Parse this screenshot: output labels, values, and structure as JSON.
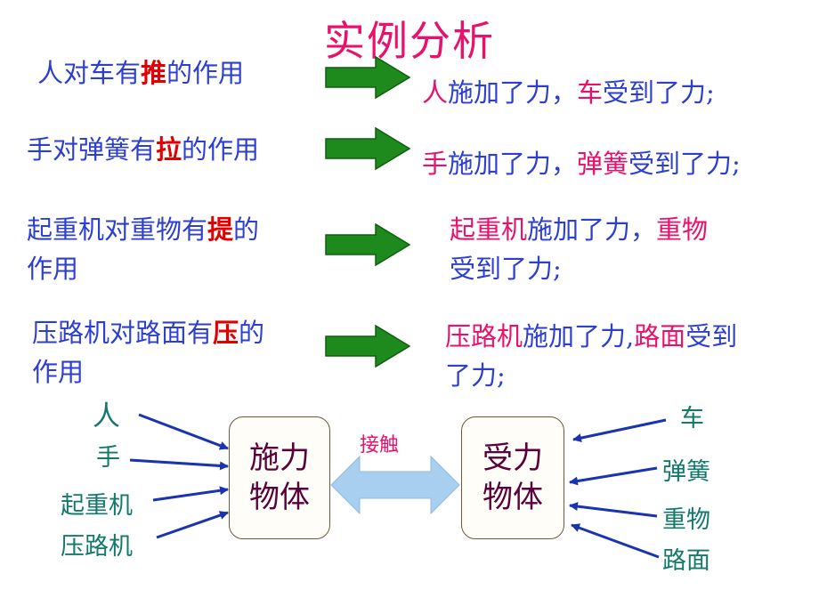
{
  "title": "实例分析",
  "rows": [
    {
      "left_pre": "人对车有",
      "left_verb": "推",
      "left_post": "的作用",
      "left_post2": "",
      "right_a": "人",
      "right_b": "施加了力，",
      "right_c": "车",
      "right_d": "受到了力;",
      "right_e": ""
    },
    {
      "left_pre": "手对弹簧有",
      "left_verb": "拉",
      "left_post": "的作用",
      "left_post2": "",
      "right_a": "手",
      "right_b": "施加了力，",
      "right_c": "弹簧",
      "right_d": "受到了力;",
      "right_e": ""
    },
    {
      "left_pre": "起重机对重物有",
      "left_verb": "提",
      "left_post": "的",
      "left_post2": "作用",
      "right_a": "起重机",
      "right_b": "施加了力，",
      "right_c": "重物",
      "right_d": "",
      "right_e": "受到了力;"
    },
    {
      "left_pre": "压路机对路面有",
      "left_verb": "压",
      "left_post": "的",
      "left_post2": "作用",
      "right_a": "压路机",
      "right_b": "施加了力,",
      "right_c": "路面",
      "right_d": "受到",
      "right_e": "了力;"
    }
  ],
  "diagram": {
    "exerter_box": [
      "施力",
      "物体"
    ],
    "receiver_box": [
      "受力",
      "物体"
    ],
    "contact_label": "接触",
    "exerters": [
      "人",
      "手",
      "起重机",
      "压路机"
    ],
    "receivers": [
      "车",
      "弹簧",
      "重物",
      "路面"
    ]
  },
  "colors": {
    "title": "#e8116b",
    "text_blue": "#2d3fd0",
    "verb_red": "#e00000",
    "highlight_pink": "#e8116b",
    "green_arrow": "#1e8a1e",
    "label_teal": "#137a6b",
    "pointer_arrow": "#1a33b0",
    "contact_arrow": "#a8cff0",
    "box_text": "#5a003a"
  }
}
